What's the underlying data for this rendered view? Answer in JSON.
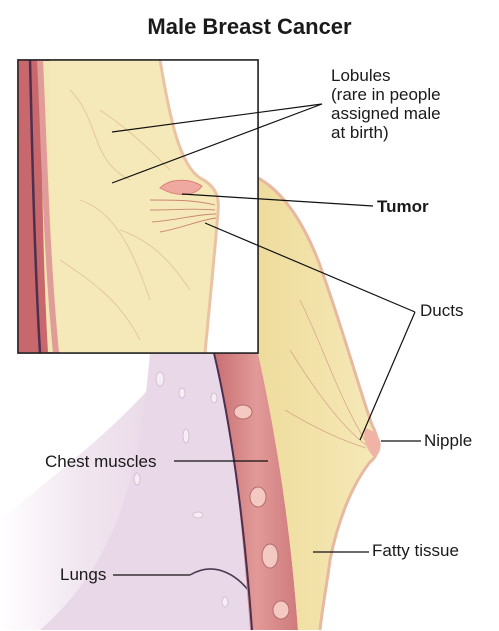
{
  "title": "Male Breast Cancer",
  "labels": {
    "lobules": [
      "Lobules",
      "(rare in people",
      "assigned male",
      "at birth)"
    ],
    "tumor": "Tumor",
    "ducts": "Ducts",
    "nipple": "Nipple",
    "chest_muscles": "Chest muscles",
    "fatty_tissue": "Fatty tissue",
    "lungs": "Lungs"
  },
  "colors": {
    "fat": "#f3e3a9",
    "muscle": "#d98a8a",
    "skin": "#f2b8b0",
    "lung": "#e8d6e6",
    "leader": "#111111",
    "inset_border": "#222222"
  }
}
